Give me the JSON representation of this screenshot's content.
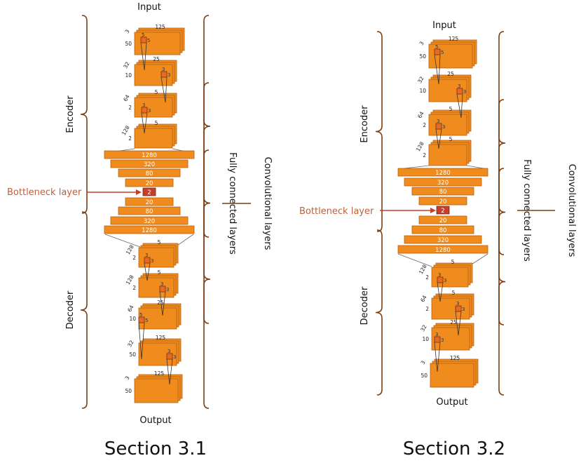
{
  "colors": {
    "layer_fill": "#f08c1e",
    "layer_stroke": "#b5600f",
    "bottleneck_fill": "#c2402a",
    "brace": "#7a3e12",
    "bottleneck_text": "#c0603a",
    "kernel_stroke": "#7a2a0a",
    "funnel_line": "#666666"
  },
  "labels": {
    "input": "Input",
    "output": "Output",
    "encoder": "Encoder",
    "decoder": "Decoder",
    "fully_connected": "Fully connected layers",
    "convolutional": "Convolutional layers",
    "bottleneck": "Bottleneck layer"
  },
  "panels": [
    {
      "section": "Section 3.1",
      "encoder_conv": [
        {
          "depth": "3",
          "height": "50",
          "width": "125",
          "kernel": "5"
        },
        {
          "depth": "32",
          "height": "10",
          "width": "25",
          "kernel": "3"
        },
        {
          "depth": "64",
          "height": "2",
          "width": "5",
          "kernel": "3"
        },
        {
          "depth": "128",
          "height": "2",
          "width": "5"
        }
      ],
      "dense": [
        "1280",
        "320",
        "80",
        "20",
        "2",
        "20",
        "80",
        "320",
        "1280"
      ],
      "decoder_conv": [
        {
          "depth": "128",
          "height": "2",
          "width": "5",
          "kernel": "3"
        },
        {
          "depth": "128",
          "height": "2",
          "width": "5",
          "kernel": "3"
        },
        {
          "depth": "64",
          "height": "10",
          "width": "25",
          "kernel": "5"
        },
        {
          "depth": "32",
          "height": "50",
          "width": "125",
          "kernel": "3"
        },
        {
          "depth": "3",
          "height": "50",
          "width": "125"
        }
      ]
    },
    {
      "section": "Section 3.2",
      "encoder_conv": [
        {
          "depth": "3",
          "height": "50",
          "width": "125",
          "kernel": "5"
        },
        {
          "depth": "32",
          "height": "10",
          "width": "25",
          "kernel": "3"
        },
        {
          "depth": "64",
          "height": "2",
          "width": "5",
          "kernel": "3"
        },
        {
          "depth": "128",
          "height": "2",
          "width": "5"
        }
      ],
      "dense": [
        "1280",
        "320",
        "80",
        "20",
        "2",
        "20",
        "80",
        "320",
        "1280"
      ],
      "decoder_conv": [
        {
          "depth": "128",
          "height": "2",
          "width": "5",
          "kernel": "3"
        },
        {
          "depth": "64",
          "height": "2",
          "width": "5",
          "kernel": "3"
        },
        {
          "depth": "32",
          "height": "10",
          "width": "25",
          "kernel": "3"
        },
        {
          "depth": "3",
          "height": "50",
          "width": "125"
        }
      ]
    }
  ]
}
